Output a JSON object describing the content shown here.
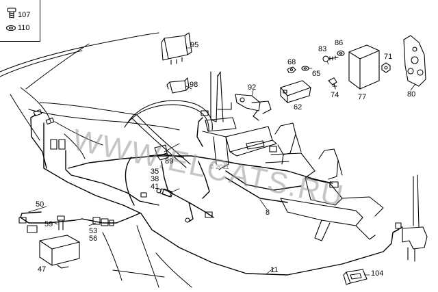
{
  "diagram": {
    "watermark": "WWW.ELCATS.RU",
    "watermark_small": "© 2011",
    "legend": [
      {
        "id": "legend-107",
        "text": "107",
        "icon": "screw-icon"
      },
      {
        "id": "legend-110",
        "text": "110",
        "icon": "washer-icon"
      }
    ],
    "callouts": {
      "c95": "95",
      "c98": "98",
      "c92": "92",
      "c68": "68",
      "c83": "83",
      "c86": "86",
      "c65": "65",
      "c71": "71",
      "c74": "74",
      "c62": "62",
      "c77": "77",
      "c80": "80",
      "c89": "89",
      "c35": "35",
      "c38": "38",
      "c41": "41",
      "c50": "50",
      "c59": "59",
      "c53": "53",
      "c56": "56",
      "c47": "47",
      "c8": "8",
      "c11": "11",
      "c104": "104"
    },
    "colors": {
      "line": "#000000",
      "background": "#ffffff",
      "watermark": "#969696"
    }
  }
}
